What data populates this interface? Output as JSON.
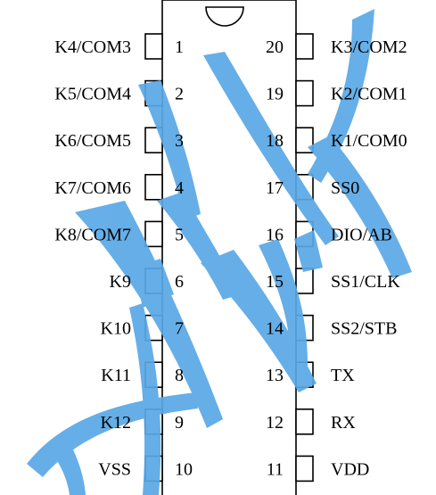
{
  "left_pins": [
    {
      "number": "1",
      "label": "K4/COM3"
    },
    {
      "number": "2",
      "label": "K5/COM4"
    },
    {
      "number": "3",
      "label": "K6/COM5"
    },
    {
      "number": "4",
      "label": "K7/COM6"
    },
    {
      "number": "5",
      "label": "K8/COM7"
    },
    {
      "number": "6",
      "label": "K9"
    },
    {
      "number": "7",
      "label": "K10"
    },
    {
      "number": "8",
      "label": "K11"
    },
    {
      "number": "9",
      "label": "K12"
    },
    {
      "number": "10",
      "label": "VSS"
    }
  ],
  "right_pins": [
    {
      "number": "20",
      "label": "K3/COM2"
    },
    {
      "number": "19",
      "label": "K2/COM1"
    },
    {
      "number": "18",
      "label": "K1/COM0"
    },
    {
      "number": "17",
      "label": "SS0"
    },
    {
      "number": "16",
      "label": "DIO/AB"
    },
    {
      "number": "15",
      "label": "SS1/CLK"
    },
    {
      "number": "14",
      "label": "SS2/STB"
    },
    {
      "number": "13",
      "label": "TX"
    },
    {
      "number": "12",
      "label": "RX"
    },
    {
      "number": "11",
      "label": "VDD"
    }
  ],
  "colors": {
    "outline": "#000000",
    "watermark": "#5aa8e6"
  },
  "watermark_note": "decorative blue brush-stroke watermark overlay"
}
